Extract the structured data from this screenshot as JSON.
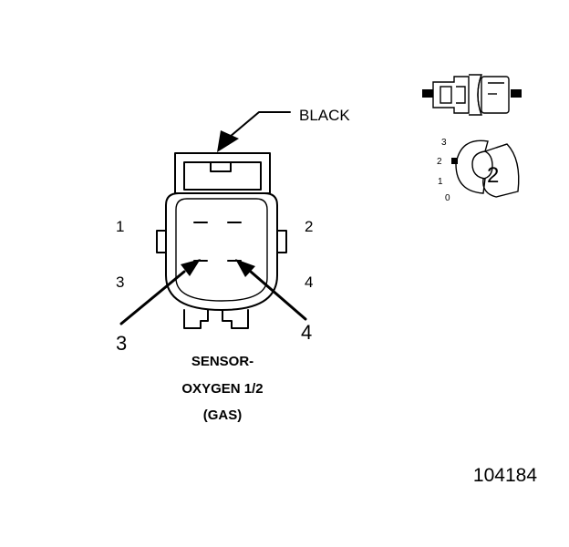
{
  "connector": {
    "color_label": "BLACK",
    "pins": {
      "p1": "1",
      "p2": "2",
      "p3": "3",
      "p4": "4"
    },
    "callouts": {
      "c3": "3",
      "c4": "4"
    },
    "caption": {
      "line1": "SENSOR-",
      "line2": "OXYGEN 1/2",
      "line3": "(GAS)"
    }
  },
  "inset": {
    "scale_marks": {
      "m3": "3",
      "m2": "2",
      "m1": "1",
      "m0": "0"
    },
    "position_number": "2"
  },
  "figure_id": "104184"
}
